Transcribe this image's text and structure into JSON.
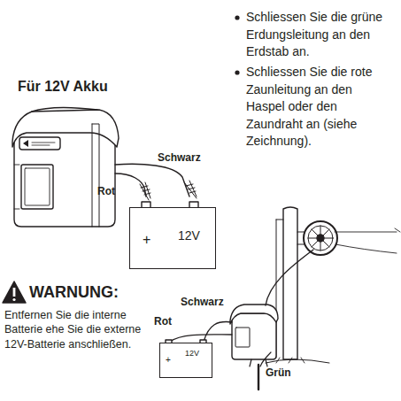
{
  "diagram": {
    "title": "Für 12V Akku",
    "nodes": [
      {
        "text": [
          "+",
          "12V"
        ]
      },
      {
        "text": [
          "+",
          "12V"
        ]
      }
    ],
    "labels": [
      "Schliessen Sie die grüne Erdungsleitung an den Erdstab an.",
      "Schliessen Sie die rote Zaunleitung an den Haspel oder den Zaundraht an (siehe Zeichnung).",
      "Schwarz",
      "Rot",
      "WARNUNG:",
      "Entfernen Sie die interne Batterie ehe Sie die externe 12V-Batterie anschließen.",
      "Schwarz",
      "Rot",
      "Grün"
    ]
  }
}
